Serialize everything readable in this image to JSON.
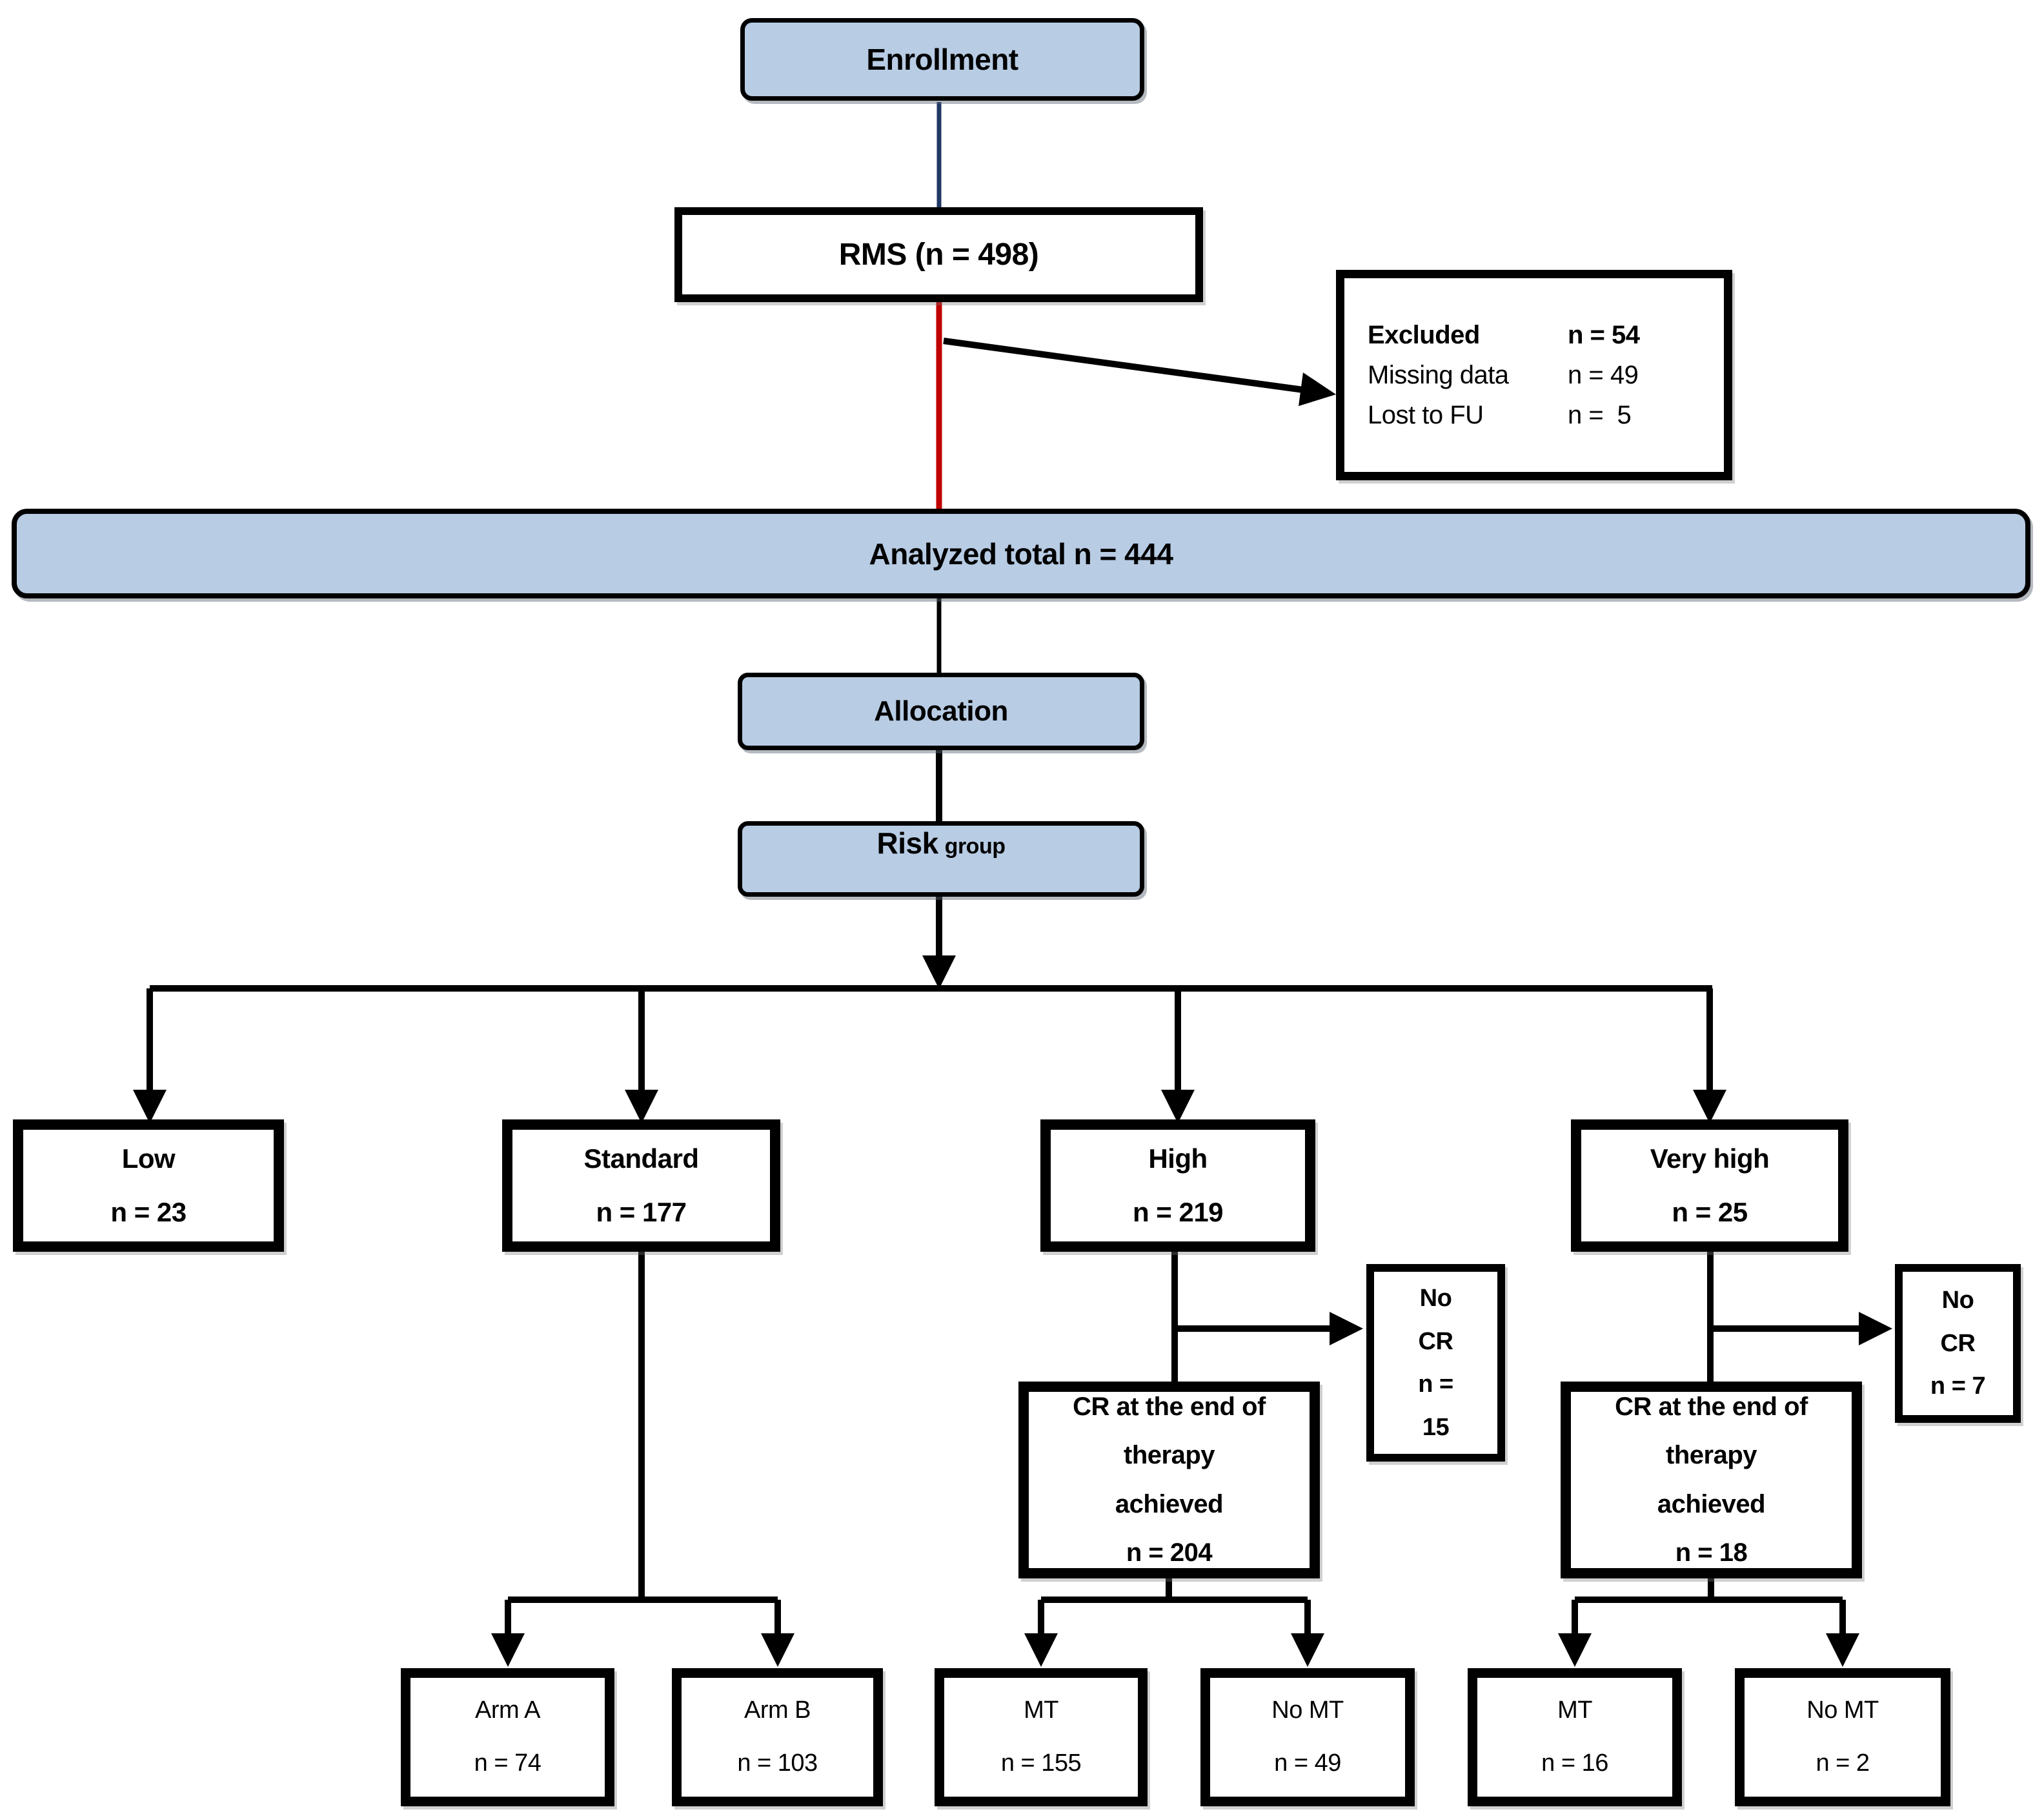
{
  "flow": {
    "enrollment": "Enrollment",
    "rms": "RMS (n = 498)",
    "analyzed_total": "Analyzed total n = 444",
    "allocation": "Allocation",
    "risk_group_main": "Risk",
    "risk_group_sub": "group"
  },
  "excluded_box": {
    "rows": [
      {
        "label": "Excluded",
        "value": "n = 54"
      },
      {
        "label": "Missing data",
        "value": "n = 49"
      },
      {
        "label": "Lost to FU",
        "value": "n =  5"
      }
    ]
  },
  "risk_branches": [
    {
      "label": "Low",
      "n": "n = 23"
    },
    {
      "label": "Standard",
      "n": "n = 177"
    },
    {
      "label": "High",
      "n": "n = 219"
    },
    {
      "label": "Very high",
      "n": "n = 25"
    }
  ],
  "no_cr": {
    "high": [
      "No",
      "CR",
      "n =",
      "15"
    ],
    "very_high": [
      "No",
      "CR",
      "n = 7"
    ]
  },
  "cr_achieved": {
    "high": [
      "CR at the end of",
      "therapy",
      "achieved",
      "n = 204"
    ],
    "very_high": [
      "CR at the end of",
      "therapy",
      "achieved",
      "n = 18"
    ]
  },
  "outcomes": [
    {
      "label": "Arm A",
      "n": "n = 74"
    },
    {
      "label": "Arm B",
      "n": "n = 103"
    },
    {
      "label": "MT",
      "n": "n = 155"
    },
    {
      "label": "No MT",
      "n": "n = 49"
    },
    {
      "label": "MT",
      "n": "n = 16"
    },
    {
      "label": "No MT",
      "n": "n = 2"
    }
  ],
  "colors": {
    "node_fill_blue": "#b8cce4",
    "connector_navy": "#1f3864",
    "connector_red": "#c00000",
    "connector_black": "#000000"
  }
}
